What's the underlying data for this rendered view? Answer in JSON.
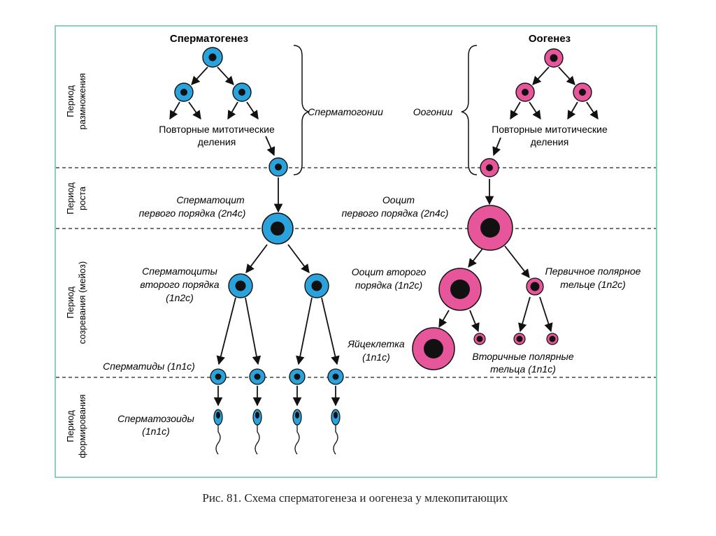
{
  "headers": {
    "spermatogenesis": "Сперматогенез",
    "oogenesis": "Оогенез"
  },
  "periods": {
    "reproduction": [
      "Период",
      "размножения"
    ],
    "growth": [
      "Период",
      "роста"
    ],
    "maturation": [
      "Период",
      "созревания (мейоз)"
    ],
    "formation": [
      "Период",
      "формирования"
    ]
  },
  "sperm_labels": {
    "mitotic_divisions": [
      "Повторные митотические",
      "деления"
    ],
    "spermatogonia": "Сперматогонии",
    "primary_spermatocyte": [
      "Сперматоцит",
      "первого порядка (2n4c)"
    ],
    "secondary_spermatocytes": [
      "Сперматоциты",
      "второго порядка",
      "(1n2c)"
    ],
    "spermatids": "Сперматиды (1n1c)",
    "spermatozoa": [
      "Сперматозоиды",
      "(1n1c)"
    ]
  },
  "oo_labels": {
    "oogonia": "Оогонии",
    "mitotic_divisions": [
      "Повторные митотические",
      "деления"
    ],
    "primary_oocyte": [
      "Ооцит",
      "первого порядка (2n4c)"
    ],
    "secondary_oocyte": [
      "Ооцит второго",
      "порядка (1n2c)"
    ],
    "first_polar_body": [
      "Первичное полярное",
      "тельце (1n2c)"
    ],
    "egg": [
      "Яйцеклетка",
      "(1n1c)"
    ],
    "secondary_polar_bodies": [
      "Вторичные полярные",
      "тельца (1n1c)"
    ]
  },
  "caption": "Рис. 81. Схема сперматогенеза и оогенеза у млекопитающих",
  "colors": {
    "sperm_cell": "#2aa3dc",
    "oo_cell": "#e7559a",
    "nucleus": "#111111",
    "frame": "#8ccfbf"
  }
}
